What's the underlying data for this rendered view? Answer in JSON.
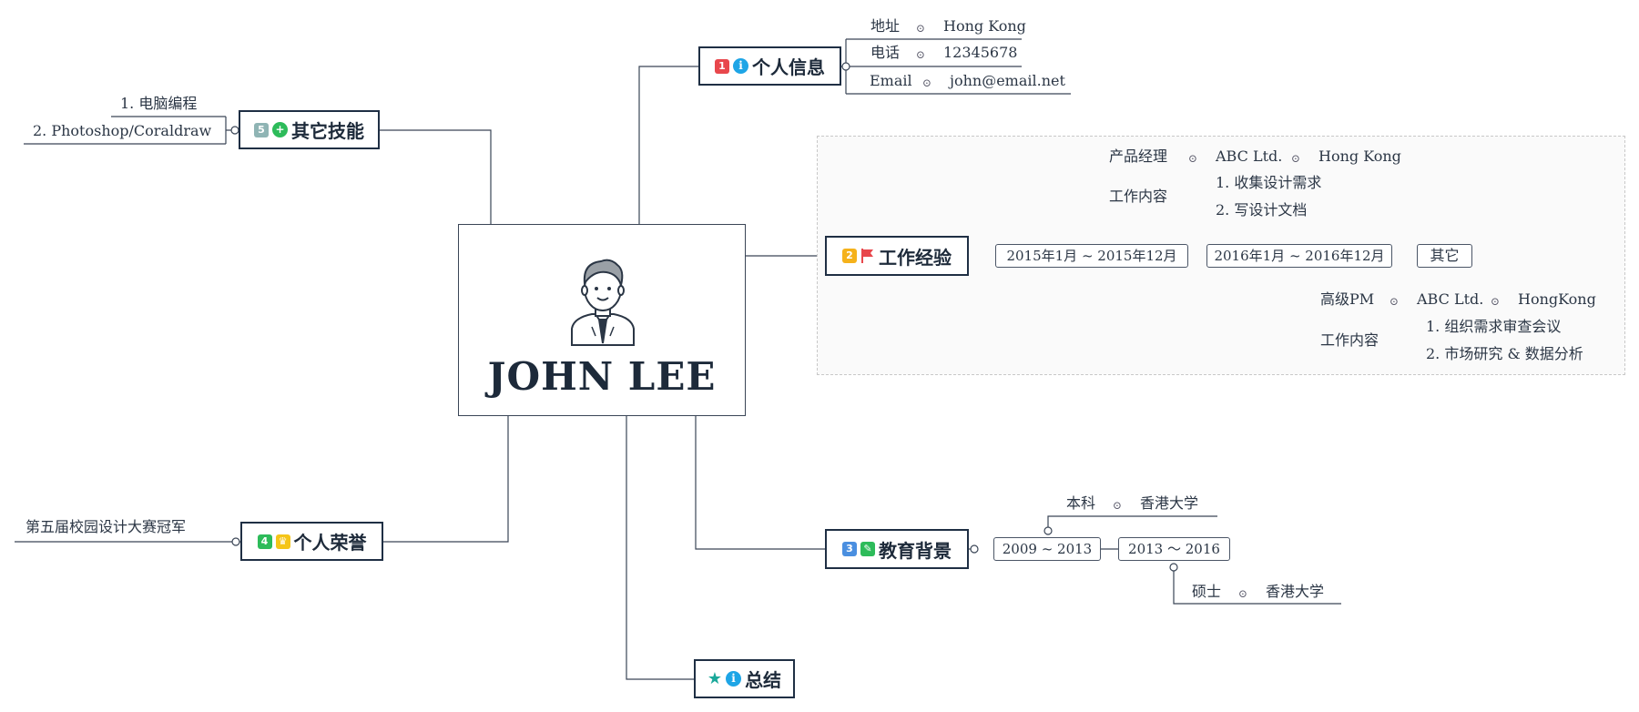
{
  "central": {
    "name": "JOHN LEE",
    "avatar_icon": "businessman-avatar-icon"
  },
  "branches": {
    "personal_info": {
      "badge_number": "1",
      "badge_color": "#e8474c",
      "icon": "info-icon",
      "icon_color": "#1ea5e6",
      "label": "个人信息",
      "rows": [
        {
          "key": "地址",
          "value": "Hong Kong"
        },
        {
          "key": "电话",
          "value": "12345678"
        },
        {
          "key": "Email",
          "value": "john@email.net"
        }
      ]
    },
    "work_experience": {
      "badge_number": "2",
      "badge_color": "#f5b21b",
      "icon": "flag-icon",
      "icon_color": "#e8474c",
      "label": "工作经验",
      "periods": [
        {
          "date": "2015年1月 ~ 2015年12月",
          "title": "产品经理",
          "company": "ABC Ltd.",
          "location": "Hong Kong",
          "duties_label": "工作内容",
          "duties": [
            "1. 收集设计需求",
            "2. 写设计文档"
          ]
        },
        {
          "date": "2016年1月 ~ 2016年12月",
          "title": "高级PM",
          "company": "ABC Ltd.",
          "location": "HongKong",
          "duties_label": "工作内容",
          "duties": [
            "1. 组织需求审查会议",
            "2. 市场研究 & 数据分析"
          ]
        }
      ],
      "other_label": "其它"
    },
    "education": {
      "badge_number": "3",
      "badge_color": "#4a8fe0",
      "icon": "pencil-icon",
      "icon_color": "#2dbb5a",
      "label": "教育背景",
      "periods": [
        {
          "date": "2009 ~ 2013",
          "degree": "本科",
          "school": "香港大学"
        },
        {
          "date": "2013 〜 2016",
          "degree": "硕士",
          "school": "香港大学"
        }
      ]
    },
    "honors": {
      "badge_number": "4",
      "badge_color": "#2dbb5a",
      "icon": "trophy-icon",
      "icon_color": "#f5c518",
      "label": "个人荣誉",
      "items": [
        "第五届校园设计大赛冠军"
      ]
    },
    "other_skills": {
      "badge_number": "5",
      "badge_color": "#8fb4b4",
      "icon": "plus-icon",
      "icon_color": "#2dbb5a",
      "label": "其它技能",
      "items": [
        "1. 电脑编程",
        "2. Photoshop/Coraldraw"
      ]
    },
    "summary": {
      "icon": "star-icon",
      "icon_color": "#1aa89a",
      "icon2": "info-icon",
      "icon2_color": "#1ea5e6",
      "label": "总结"
    }
  }
}
